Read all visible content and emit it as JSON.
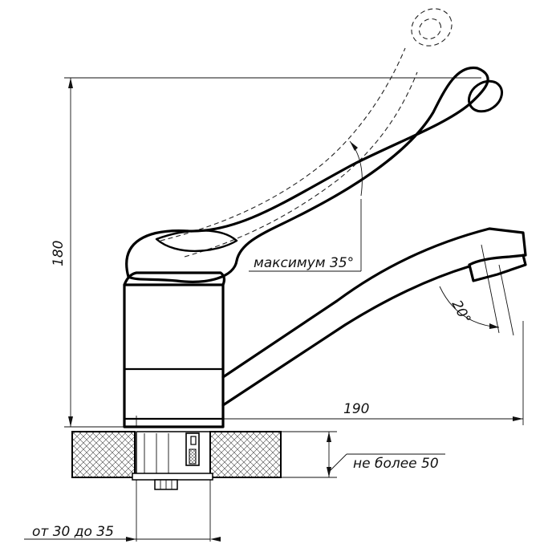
{
  "drawing": {
    "dimensions": {
      "height": "180",
      "width": "190",
      "max_angle": "максимум 35°",
      "spout_angle": "20°",
      "thickness_max": "не более 50",
      "thickness_range": "от 30 до 35"
    }
  }
}
